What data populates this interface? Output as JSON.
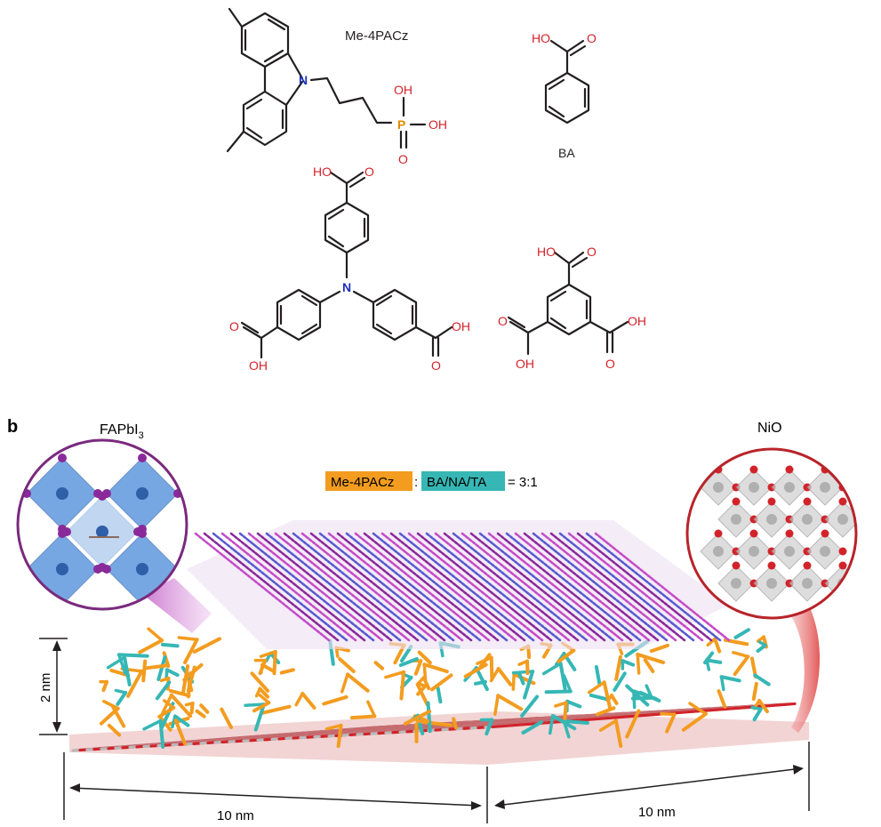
{
  "panel_b": {
    "letter": "b",
    "left_inset_label_main": "FAPbI",
    "left_inset_label_sub": "3",
    "right_inset_label": "NiO",
    "ratio": {
      "hole_transporter": "Me-4PACz",
      "separator": ":",
      "coadsorbates": "BA/NA/TA",
      "value": "= 3:1"
    },
    "thickness_label": "2 nm",
    "width_label_left": "10 nm",
    "width_label_right": "10 nm"
  },
  "molecules": {
    "me4pacz": {
      "name": "Me-4PACz",
      "n_atom": "N",
      "p_atom": "P",
      "oh_top": "OH",
      "oh_right": "OH",
      "o_bottom": "O"
    },
    "ba": {
      "name": "BA",
      "ho": "HO",
      "o": "O"
    },
    "na": {
      "n_atom": "N",
      "oh_top": "HO",
      "o_top": "O",
      "o_left": "O",
      "oh_left": "OH",
      "oh_right": "OH",
      "o_right": "O"
    },
    "ta": {
      "ho_top": "HO",
      "o_top": "O",
      "o_left": "O",
      "oh_left": "OH",
      "oh_right": "OH",
      "o_right": "O"
    }
  },
  "colors": {
    "nio_red": "#d2232a",
    "nio_grey": "#b9b9b9",
    "me4pacz_orange": "#f39c1f",
    "coadsorbate_teal": "#36b7b5",
    "perovskite_purple": "#8a2a9a",
    "perovskite_blue": "#4a8ad8",
    "inset_left_border": "#7a2a7e",
    "inset_right_border": "#b8242a"
  }
}
